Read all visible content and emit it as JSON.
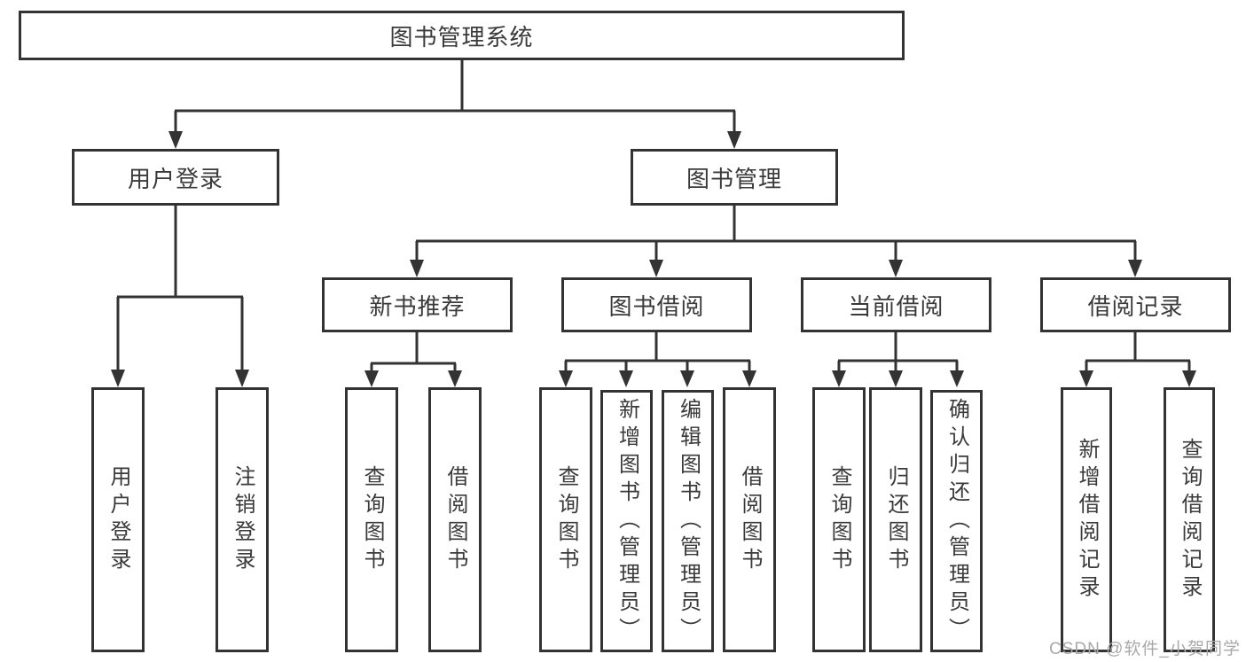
{
  "diagram": {
    "title": "图书管理系统",
    "level2": {
      "user_login": "用户登录",
      "book_mgmt": "图书管理"
    },
    "level3": {
      "new_books": "新书推荐",
      "borrowing": "图书借阅",
      "current": "当前借阅",
      "records": "借阅记录"
    },
    "leaves": {
      "user_login": "用户登录",
      "logout": "注销登录",
      "nb_query": "查询图书",
      "nb_borrow": "借阅图书",
      "bb_query": "查询图书",
      "bb_add": "新增图书（管理员）",
      "bb_edit": "编辑图书（管理员）",
      "bb_borrow": "借阅图书",
      "cb_query": "查询图书",
      "cb_return": "归还图书",
      "cb_confirm": "确认归还（管理员）",
      "br_add": "新增借阅记录",
      "br_query": "查询借阅记录"
    }
  },
  "watermark": "CSDN @软件_小贺同学",
  "colors": {
    "line": "#333333",
    "text": "#3a3a3a",
    "watermark": "#a9a9a9",
    "background": "#ffffff"
  }
}
